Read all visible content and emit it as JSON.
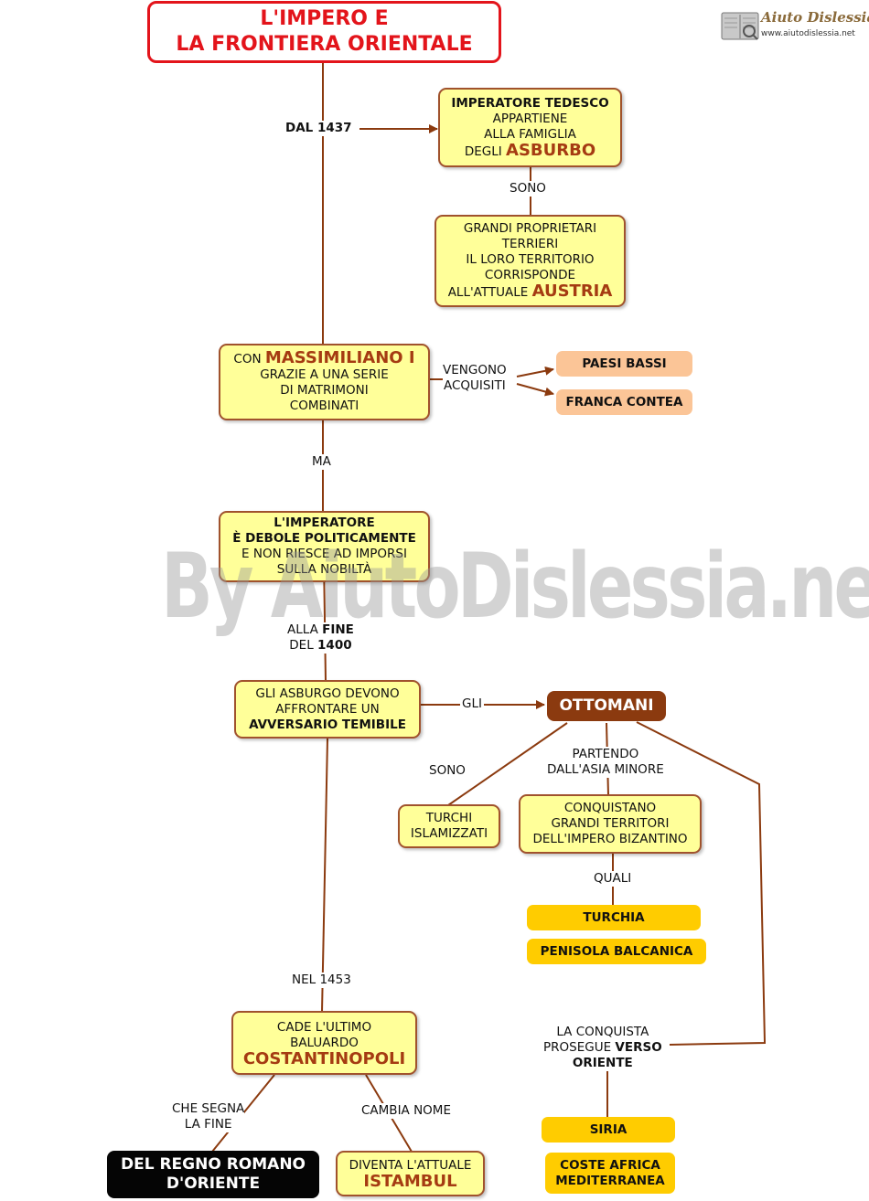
{
  "title": {
    "line1": "L'IMPERO E",
    "line2": "LA FRONTIERA ORIENTALE"
  },
  "logo": {
    "brand": "Aiuto Dislessia",
    "url": "www.aiutodislessia.net"
  },
  "watermark": "By AiutoDislessia.net",
  "emperor": {
    "line1": "IMPERATORE TEDESCO",
    "line2": "APPARTIENE",
    "line3": "ALLA FAMIGLIA",
    "line4_pre": "DEGLI ",
    "line4_big": "ASBURBO"
  },
  "landowners": {
    "line1": "GRANDI PROPRIETARI",
    "line2": "TERRIERI",
    "line3": "IL LORO TERRITORIO",
    "line4": "CORRISPONDE",
    "line5_pre": "ALL'ATTUALE ",
    "line5_big": "AUSTRIA"
  },
  "massimiliano": {
    "line1_pre": "CON ",
    "line1_big": "MASSIMILIANO I",
    "line2": "GRAZIE A UNA SERIE",
    "line3": "DI MATRIMONI",
    "line4": "COMBINATI"
  },
  "weak": {
    "line1": "L'IMPERATORE",
    "line2": "È DEBOLE POLITICAMENTE",
    "line3": "E NON RIESCE AD IMPORSI",
    "line4": "SULLA NOBILTÀ"
  },
  "habsburg": {
    "line1": "GLI ASBURGO DEVONO",
    "line2": "AFFRONTARE UN",
    "line3": "AVVERSARIO TEMIBILE"
  },
  "ottomani": "OTTOMANI",
  "turchi": {
    "line1": "TURCHI",
    "line2": "ISLAMIZZATI"
  },
  "conquer": {
    "line1": "CONQUISTANO",
    "line2": "GRANDI TERRITORI",
    "line3": "DELL'IMPERO BIZANTINO"
  },
  "constantinople": {
    "line1": "CADE L'ULTIMO",
    "line2": "BALUARDO",
    "line3_big": "COSTANTINOPOLI"
  },
  "eastern_end": {
    "line1": "DEL REGNO ROMANO",
    "line2": "D'ORIENTE"
  },
  "istanbul": {
    "line1": "DIVENTA L'ATTUALE",
    "line2_big": "ISTAMBUL"
  },
  "regions": {
    "paesi_bassi": "PAESI BASSI",
    "franca_contea": "FRANCA CONTEA",
    "turchia": "TURCHIA",
    "penisola": "PENISOLA BALCANICA",
    "siria": "SIRIA",
    "coste1": "COSTE AFRICA",
    "coste2": "MEDITERRANEA"
  },
  "labels": {
    "dal": "DAL 1437",
    "sono1": "SONO",
    "vengono1": "VENGONO",
    "vengono2": "ACQUISITI",
    "ma": "MA",
    "alla_pre": "ALLA ",
    "alla_bold": "FINE",
    "del_pre": "DEL ",
    "del_bold": "1400",
    "gli": "GLI",
    "sono2": "SONO",
    "partendo1": "PARTENDO",
    "partendo2": "DALL'ASIA MINORE",
    "quali": "QUALI",
    "nel": "NEL 1453",
    "segna1": "CHE SEGNA",
    "segna2": "LA FINE",
    "cambia": "CAMBIA NOME",
    "conquista1": "LA CONQUISTA",
    "conquista2_pre": "PROSEGUE ",
    "conquista2_bold": "VERSO",
    "conquista3": "ORIENTE"
  },
  "colors": {
    "line": "#8b3a0f",
    "title_border": "#e3141b",
    "yellow_box": "#ffff99",
    "peach_box": "#fbc597",
    "gold_box": "#ffcc00",
    "dark_box": "#8b3a0f",
    "highlight_text": "#a53b12"
  }
}
